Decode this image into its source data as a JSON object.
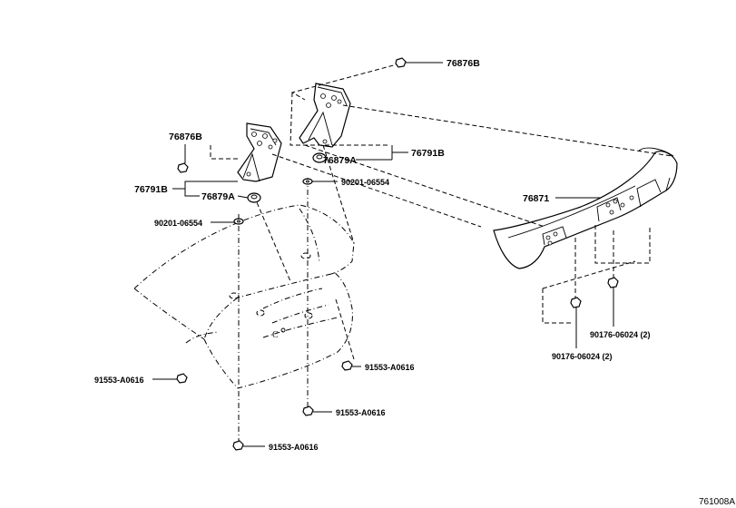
{
  "labels": {
    "p76876B_top": "76876B",
    "p76876B_left": "76876B",
    "p76791B_right": "76791B",
    "p76879A_right": "76879A",
    "p90201_right": "90201-06554",
    "p76791B_left": "76791B",
    "p76879A_left": "76879A",
    "p90201_left": "90201-06554",
    "p76871": "76871",
    "p90176_a": "90176-06024 (2)",
    "p90176_b": "90176-06024 (2)",
    "p91553_a": "91553-A0616",
    "p91553_b": "91553-A0616",
    "p91553_c": "91553-A0616",
    "p91553_d": "91553-A0616"
  },
  "diagram_code": "761008A"
}
